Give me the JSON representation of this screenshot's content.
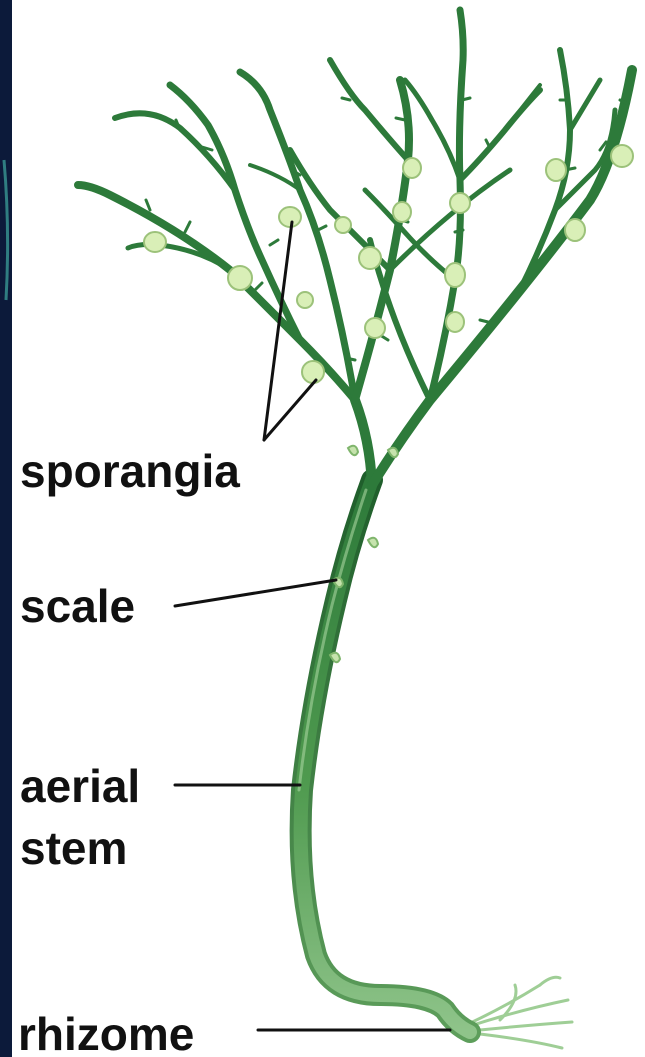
{
  "labels": {
    "sporangia": "sporangia",
    "scale": "scale",
    "aerial_stem_line1": "aerial",
    "aerial_stem_line2": "stem",
    "rhizome": "rhizome"
  },
  "colors": {
    "background": "#ffffff",
    "left_edge_dark": "#0c1a3a",
    "stem_dark": "#2f7a3a",
    "stem_light": "#8fc48a",
    "sporangium_fill": "#d9efb7",
    "sporangium_stroke": "#9cc27a",
    "leader_line": "#111111"
  },
  "icons": {
    "plant": "psilotum-plant-icon"
  }
}
